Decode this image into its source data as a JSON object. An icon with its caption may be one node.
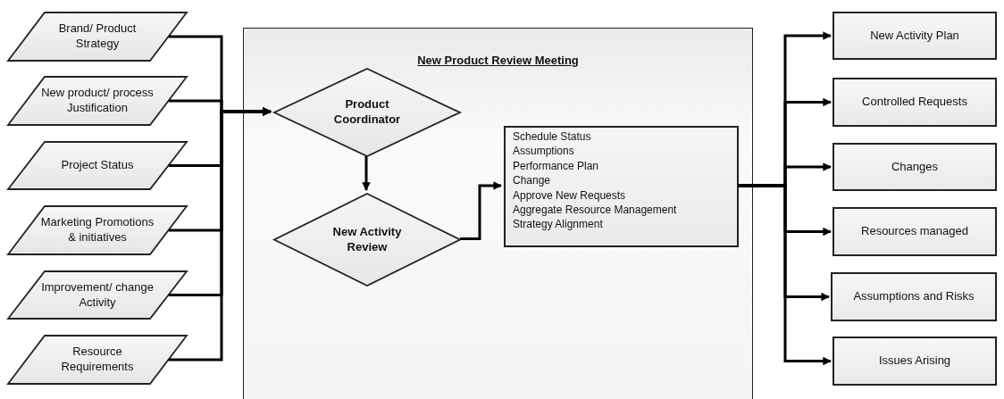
{
  "diagram": {
    "nodes": [
      {
        "text": [
          "Brand/ Product Strategy"
        ]
      },
      {
        "text": [
          "New product/ process Justification"
        ]
      },
      {
        "text": [
          "Project Status"
        ]
      },
      {
        "text": [
          "Marketing Promotions & initiatives"
        ]
      },
      {
        "text": [
          "Improvement/ change Activity"
        ]
      },
      {
        "text": [
          "Resource Requirements"
        ]
      },
      {
        "text": [
          "New Product Review Meeting"
        ]
      },
      {
        "text": [
          "Product Coordinator"
        ],
        "in": 6
      },
      {
        "text": [
          "New Activity Review"
        ],
        "in": 6
      },
      {
        "text": [
          "Schedule Status",
          "Assumptions",
          "Performance Plan",
          "Change",
          "Approve New Requests",
          "Aggregate Resource Management",
          "Strategy Alignment"
        ],
        "in": 6
      },
      {
        "text": [
          "New Activity Plan"
        ]
      },
      {
        "text": [
          "Controlled Requests"
        ]
      },
      {
        "text": [
          "Changes"
        ]
      },
      {
        "text": [
          "Resources managed"
        ]
      },
      {
        "text": [
          "Assumptions and Risks"
        ]
      },
      {
        "text": [
          "Issues Arising"
        ]
      }
    ],
    "edges": [
      {
        "from": 0,
        "to": 7,
        "arrow": "to"
      },
      {
        "from": 1,
        "to": 7,
        "arrow": "to"
      },
      {
        "from": 2,
        "to": 7,
        "arrow": "to"
      },
      {
        "from": 3,
        "to": 7,
        "arrow": "to"
      },
      {
        "from": 4,
        "to": 7,
        "arrow": "to"
      },
      {
        "from": 5,
        "to": 7,
        "arrow": "to"
      },
      {
        "from": 7,
        "to": 8,
        "arrow": "to"
      },
      {
        "from": 8,
        "to": 9,
        "arrow": "to"
      },
      {
        "from": 9,
        "to": 10,
        "arrow": "to"
      },
      {
        "from": 9,
        "to": 11,
        "arrow": "to"
      },
      {
        "from": 9,
        "to": 12,
        "arrow": "to"
      },
      {
        "from": 9,
        "to": 13,
        "arrow": "to"
      },
      {
        "from": 9,
        "to": 14,
        "arrow": "to"
      },
      {
        "from": 9,
        "to": 15,
        "arrow": "to"
      }
    ]
  }
}
